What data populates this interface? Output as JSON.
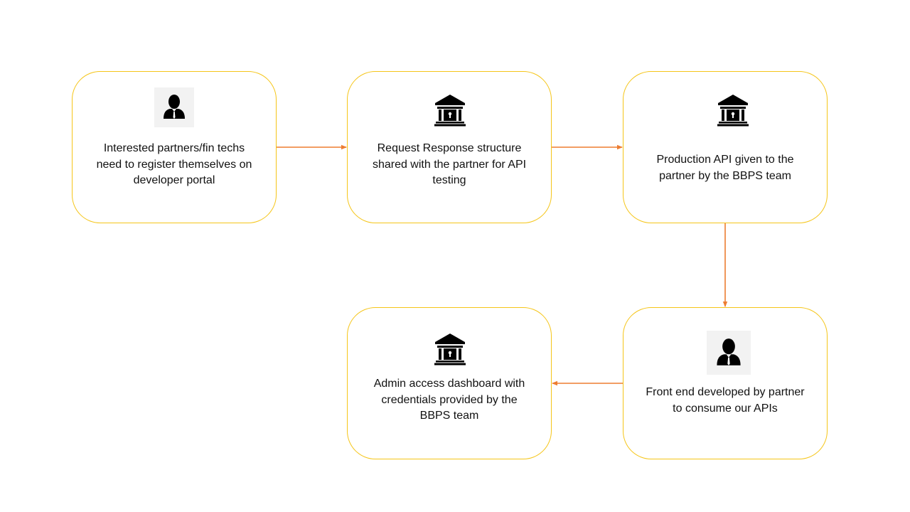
{
  "diagram": {
    "steps": [
      {
        "text": "Interested partners/fin techs\nneed to register themselves on\ndeveloper portal",
        "icon": "person-icon"
      },
      {
        "text": "Request Response structure\nshared with the partner for API\ntesting",
        "icon": "bank-icon"
      },
      {
        "text": "Production API given to the\npartner by the BBPS team",
        "icon": "bank-icon"
      },
      {
        "text": "Front end developed by partner\nto consume our APIs",
        "icon": "person-icon"
      },
      {
        "text": "Admin access dashboard with\ncredentials provided by the\nBBPS team",
        "icon": "bank-icon"
      }
    ],
    "colors": {
      "box_border": "#f5c518",
      "arrow": "#ed7d31",
      "icon": "#000000"
    }
  }
}
